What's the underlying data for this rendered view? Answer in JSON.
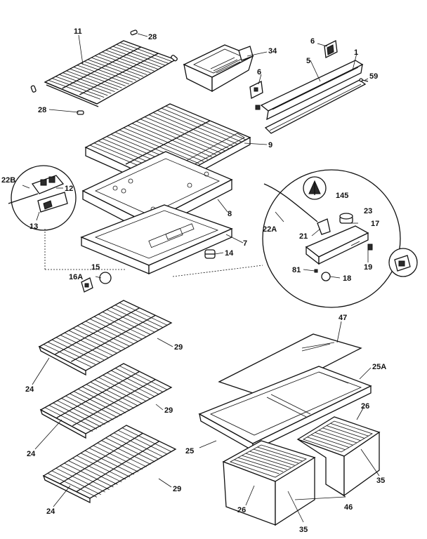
{
  "diagram": {
    "labels": {
      "shelf_top": "11",
      "pin_top_right": "28",
      "pin_bottom_left": "28",
      "pan_34": "34",
      "clip_6a": "6",
      "clip_6b": "6",
      "rail_5": "5",
      "rail_1": "1",
      "screw_59": "59",
      "cover_9": "9",
      "frame_8": "8",
      "tray_7": "7",
      "plug_14": "14",
      "damper_22b": "22B",
      "damper_12": "12",
      "damper_13": "13",
      "knob_15": "15",
      "knob_16a": "16A",
      "ctrl_145": "145",
      "ctrl_23": "23",
      "ctrl_17": "17",
      "wire_22a": "22A",
      "ctrl_21": "21",
      "ctrl_19": "19",
      "ctrl_81": "81",
      "ctrl_18": "18",
      "shelf1_29": "29",
      "shelf1_24": "24",
      "shelf2_29": "29",
      "shelf2_24": "24",
      "shelf3_29": "29",
      "shelf3_24": "24",
      "glass_47": "47",
      "frame_25a": "25A",
      "crisper_26r": "26",
      "frame_25": "25",
      "crisper_35r": "35",
      "crisper_26l": "26",
      "crisper_46": "46",
      "crisper_35l": "35"
    }
  }
}
